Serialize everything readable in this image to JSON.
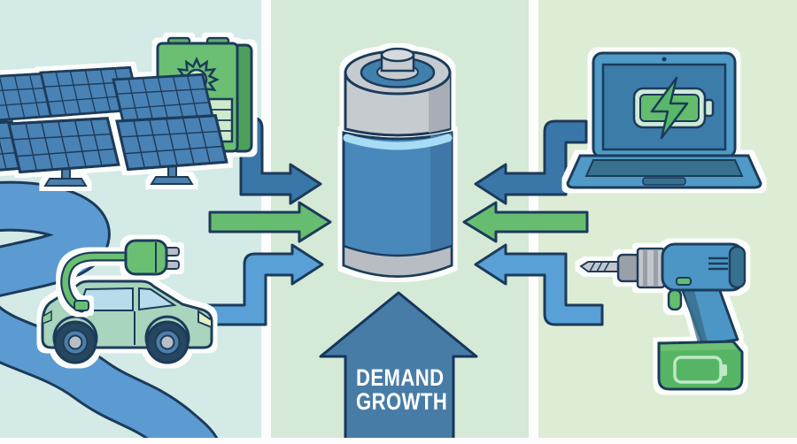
{
  "demand_arrow": {
    "line1": "DEMAND",
    "line2": "GROWTH"
  },
  "palette": {
    "left_band": "#d3eae6",
    "center_band": "#d4e9d6",
    "right_band": "#ddecd4",
    "divider": "#ffffff",
    "outline_navy": "#1d3a5a",
    "road_blue": "#5b9bd1",
    "arrow_dark_blue": "#3a77a9",
    "arrow_green": "#67bd6f",
    "arrow_light_blue": "#58a0d6",
    "battery_body_blue": "#4a88ba",
    "battery_cap_gray": "#c6cbd0",
    "battery_highlight": "#a8dcf5",
    "icon_green": "#6abf72",
    "icon_light_green": "#cdeacb",
    "device_blue": "#4f9ac6",
    "demand_arrow_blue": "#477ca6",
    "car_body_green": "#a9d4bd",
    "window_blue": "#b9dcec"
  },
  "scene": {
    "left_panel_icons": [
      "solar-panel-array",
      "solar-storage-battery",
      "sun-icon",
      "road",
      "ev-car",
      "charging-plug"
    ],
    "center_panel_icons": [
      "grid-storage-battery",
      "demand-growth-arrow"
    ],
    "right_panel_icons": [
      "laptop-with-charging-battery",
      "battery-charging-icon",
      "power-drill",
      "drill-battery-pack"
    ],
    "arrows": [
      {
        "name": "solar-to-battery",
        "color": "dark-blue",
        "direction": "right"
      },
      {
        "name": "left-grid-to-battery",
        "color": "green",
        "direction": "right"
      },
      {
        "name": "ev-to-battery",
        "color": "light-blue",
        "direction": "right"
      },
      {
        "name": "laptop-to-battery",
        "color": "dark-blue",
        "direction": "left"
      },
      {
        "name": "right-grid-to-battery",
        "color": "green",
        "direction": "left"
      },
      {
        "name": "drill-to-battery",
        "color": "light-blue",
        "direction": "left"
      }
    ]
  }
}
